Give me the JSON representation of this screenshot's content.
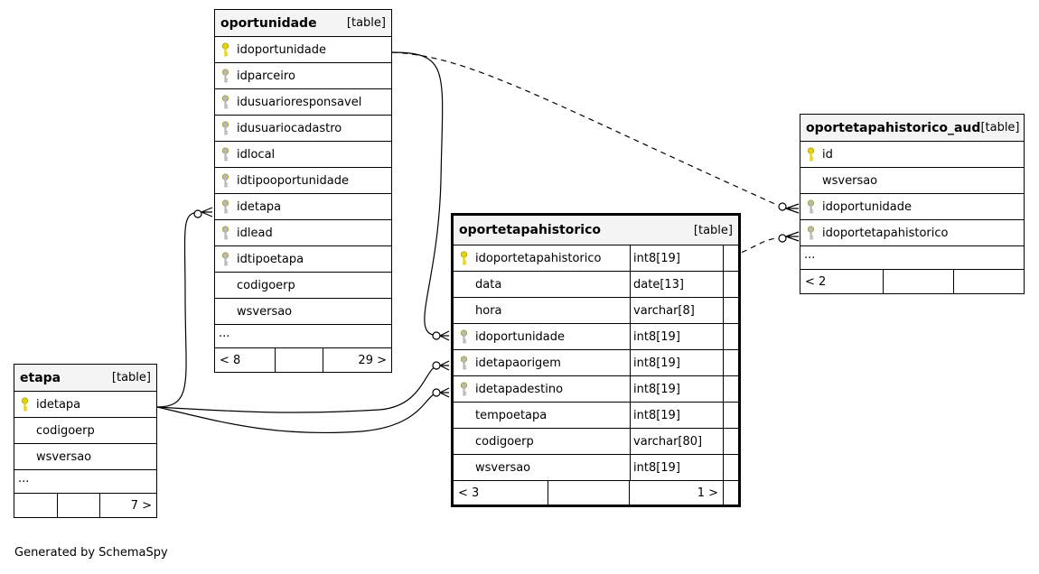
{
  "tables": {
    "oportunidade": {
      "name": "oportunidade",
      "kind": "[table]",
      "columns": [
        {
          "name": "idoportunidade",
          "key": "primary"
        },
        {
          "name": "idparceiro",
          "key": "foreign"
        },
        {
          "name": "idusuarioresponsavel",
          "key": "foreign"
        },
        {
          "name": "idusuariocadastro",
          "key": "foreign"
        },
        {
          "name": "idlocal",
          "key": "foreign"
        },
        {
          "name": "idtipooportunidade",
          "key": "foreign"
        },
        {
          "name": "idetapa",
          "key": "foreign"
        },
        {
          "name": "idlead",
          "key": "foreign"
        },
        {
          "name": "idtipoetapa",
          "key": "foreign"
        },
        {
          "name": "codigoerp",
          "key": "none"
        },
        {
          "name": "wsversao",
          "key": "none"
        }
      ],
      "more": "...",
      "footer_left": "< 8",
      "footer_right": "29 >"
    },
    "oportetapahistorico_aud": {
      "name": "oportetapahistorico_aud",
      "kind": "[table]",
      "columns": [
        {
          "name": "id",
          "key": "primary"
        },
        {
          "name": "wsversao",
          "key": "none"
        },
        {
          "name": "idoportunidade",
          "key": "foreign"
        },
        {
          "name": "idoportetapahistorico",
          "key": "foreign"
        }
      ],
      "more": "...",
      "footer_left": "< 2",
      "footer_right": ""
    },
    "oportetapahistorico": {
      "name": "oportetapahistorico",
      "kind": "[table]",
      "columns": [
        {
          "name": "idoportetapahistorico",
          "type": "int8[19]",
          "key": "primary"
        },
        {
          "name": "data",
          "type": "date[13]",
          "key": "none"
        },
        {
          "name": "hora",
          "type": "varchar[8]",
          "key": "none"
        },
        {
          "name": "idoportunidade",
          "type": "int8[19]",
          "key": "foreign"
        },
        {
          "name": "idetapaorigem",
          "type": "int8[19]",
          "key": "foreign"
        },
        {
          "name": "idetapadestino",
          "type": "int8[19]",
          "key": "foreign"
        },
        {
          "name": "tempoetapa",
          "type": "int8[19]",
          "key": "none"
        },
        {
          "name": "codigoerp",
          "type": "varchar[80]",
          "key": "none"
        },
        {
          "name": "wsversao",
          "type": "int8[19]",
          "key": "none"
        }
      ],
      "footer_left": "< 3",
      "footer_right": "1 >"
    },
    "etapa": {
      "name": "etapa",
      "kind": "[table]",
      "columns": [
        {
          "name": "idetapa",
          "key": "primary"
        },
        {
          "name": "codigoerp",
          "key": "none"
        },
        {
          "name": "wsversao",
          "key": "none"
        }
      ],
      "more": "...",
      "footer_left": "",
      "footer_right": "7 >"
    }
  },
  "footer_text": "Generated by SchemaSpy",
  "colors": {
    "primary_key": "#e6d300",
    "foreign_key": "#b8b8b8",
    "header_bg": "#f4f4f4"
  }
}
